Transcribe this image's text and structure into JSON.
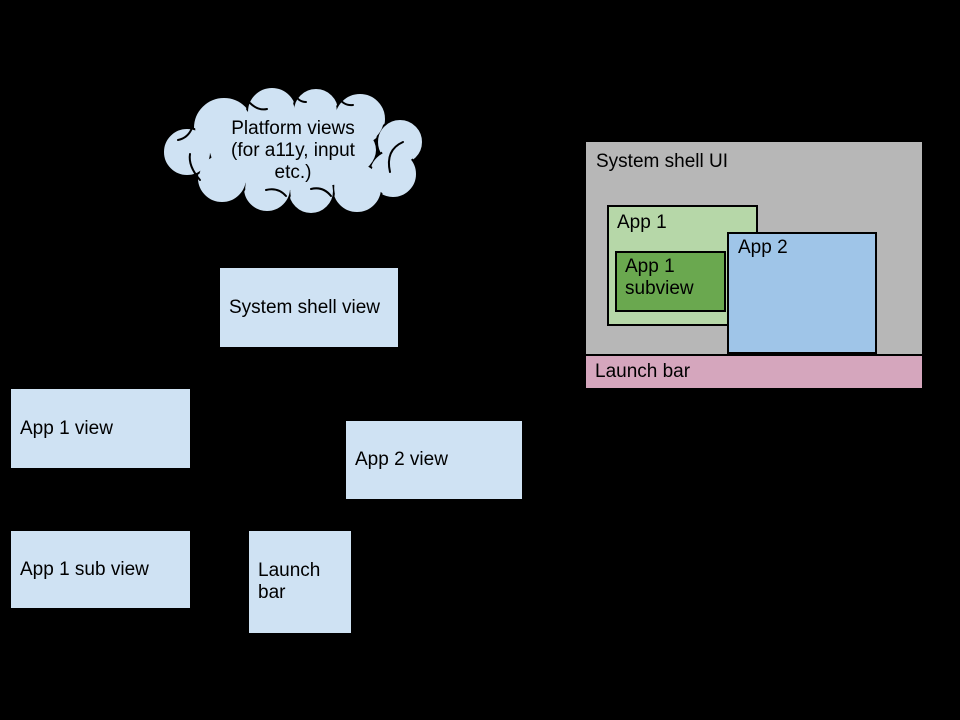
{
  "diagram": {
    "cloud": {
      "lines": [
        "Platform views",
        "(for a11y, input",
        "etc.)"
      ]
    },
    "view_tree": {
      "system_shell_view": "System shell view",
      "app1_view": "App 1 view",
      "app2_view": "App 2 view",
      "app1_sub_view": "App 1 sub view",
      "launch_bar_view": "Launch bar"
    },
    "shell_mock": {
      "title": "System shell UI",
      "app1_window": "App 1",
      "app1_subview_window": "App 1 subview",
      "app2_window": "App 2",
      "launch_bar": "Launch bar"
    },
    "colors": {
      "background": "#000000",
      "view_box_fill": "#cfe2f3",
      "shell_fill": "#b7b7b7",
      "app1_fill": "#b6d7a8",
      "app1_subview_fill": "#6aa84f",
      "app2_fill": "#9fc5e8",
      "launch_bar_fill": "#d5a6bd",
      "outline": "#000000",
      "text": "#000000"
    }
  }
}
